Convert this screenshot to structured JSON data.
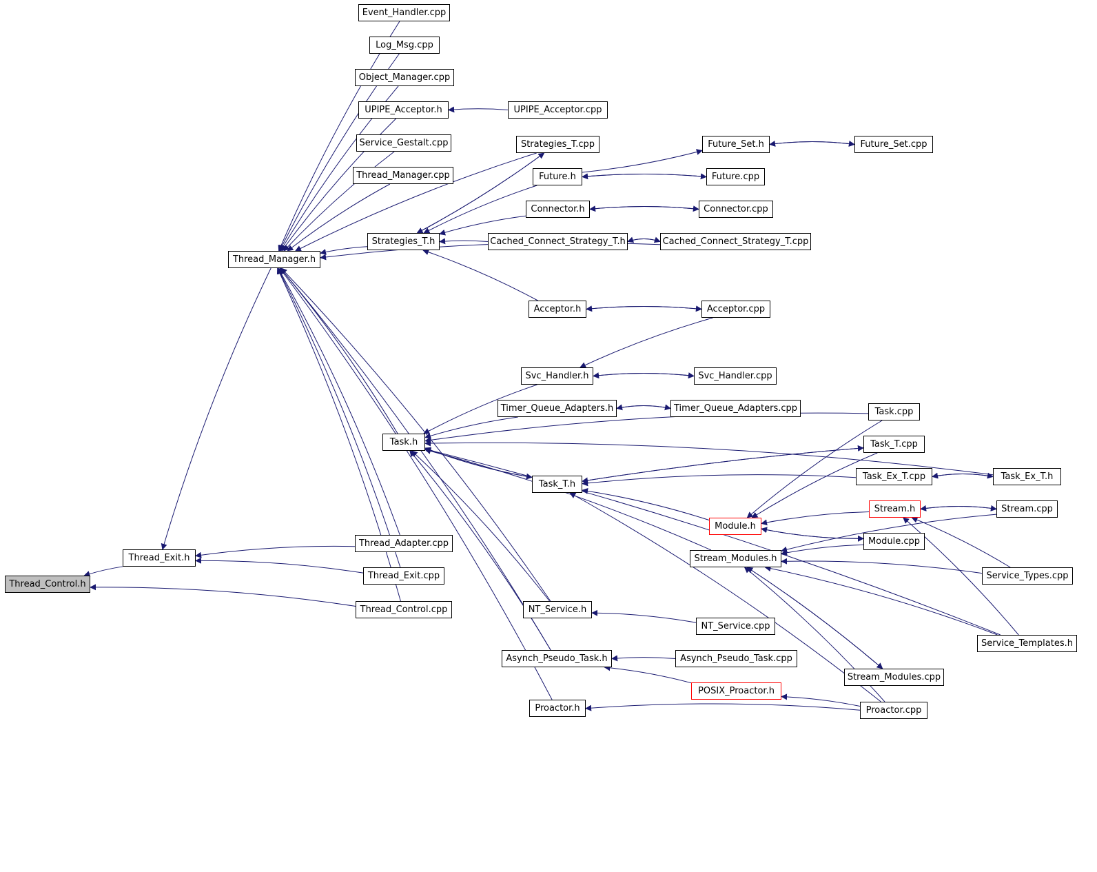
{
  "graph": {
    "edge_color": "#191970",
    "nodes": {
      "thread_control_h": {
        "label": "Thread_Control.h",
        "root": true
      },
      "thread_exit_h": {
        "label": "Thread_Exit.h"
      },
      "thread_manager_h": {
        "label": "Thread_Manager.h"
      },
      "event_handler_cpp": {
        "label": "Event_Handler.cpp"
      },
      "log_msg_cpp": {
        "label": "Log_Msg.cpp"
      },
      "object_manager_cpp": {
        "label": "Object_Manager.cpp"
      },
      "upipe_acceptor_h": {
        "label": "UPIPE_Acceptor.h"
      },
      "upipe_acceptor_cpp": {
        "label": "UPIPE_Acceptor.cpp"
      },
      "service_gestalt_cpp": {
        "label": "Service_Gestalt.cpp"
      },
      "thread_manager_cpp": {
        "label": "Thread_Manager.cpp"
      },
      "strategies_t_cpp": {
        "label": "Strategies_T.cpp"
      },
      "strategies_t_h": {
        "label": "Strategies_T.h"
      },
      "future_set_h": {
        "label": "Future_Set.h"
      },
      "future_set_cpp": {
        "label": "Future_Set.cpp"
      },
      "future_h": {
        "label": "Future.h"
      },
      "future_cpp": {
        "label": "Future.cpp"
      },
      "connector_h": {
        "label": "Connector.h"
      },
      "connector_cpp": {
        "label": "Connector.cpp"
      },
      "cached_connect_strategy_t_h": {
        "label": "Cached_Connect_Strategy_T.h"
      },
      "cached_connect_strategy_t_cpp": {
        "label": "Cached_Connect_Strategy_T.cpp"
      },
      "acceptor_h": {
        "label": "Acceptor.h"
      },
      "acceptor_cpp": {
        "label": "Acceptor.cpp"
      },
      "svc_handler_h": {
        "label": "Svc_Handler.h"
      },
      "svc_handler_cpp": {
        "label": "Svc_Handler.cpp"
      },
      "timer_queue_adapters_h": {
        "label": "Timer_Queue_Adapters.h"
      },
      "timer_queue_adapters_cpp": {
        "label": "Timer_Queue_Adapters.cpp"
      },
      "task_h": {
        "label": "Task.h"
      },
      "task_cpp": {
        "label": "Task.cpp"
      },
      "task_t_h": {
        "label": "Task_T.h"
      },
      "task_t_cpp": {
        "label": "Task_T.cpp"
      },
      "task_ex_t_cpp": {
        "label": "Task_Ex_T.cpp"
      },
      "task_ex_t_h": {
        "label": "Task_Ex_T.h"
      },
      "stream_h": {
        "label": "Stream.h",
        "highlight": true
      },
      "stream_cpp": {
        "label": "Stream.cpp"
      },
      "module_h": {
        "label": "Module.h",
        "highlight": true
      },
      "module_cpp": {
        "label": "Module.cpp"
      },
      "stream_modules_h": {
        "label": "Stream_Modules.h"
      },
      "service_types_cpp": {
        "label": "Service_Types.cpp"
      },
      "service_templates_h": {
        "label": "Service_Templates.h"
      },
      "stream_modules_cpp": {
        "label": "Stream_Modules.cpp"
      },
      "thread_adapter_cpp": {
        "label": "Thread_Adapter.cpp"
      },
      "thread_exit_cpp": {
        "label": "Thread_Exit.cpp"
      },
      "thread_control_cpp": {
        "label": "Thread_Control.cpp"
      },
      "nt_service_h": {
        "label": "NT_Service.h"
      },
      "nt_service_cpp": {
        "label": "NT_Service.cpp"
      },
      "asynch_pseudo_task_h": {
        "label": "Asynch_Pseudo_Task.h"
      },
      "asynch_pseudo_task_cpp": {
        "label": "Asynch_Pseudo_Task.cpp"
      },
      "posix_proactor_h": {
        "label": "POSIX_Proactor.h",
        "highlight": true
      },
      "proactor_h": {
        "label": "Proactor.h"
      },
      "proactor_cpp": {
        "label": "Proactor.cpp"
      }
    },
    "edges": [
      [
        "thread_exit_h",
        "thread_control_h"
      ],
      [
        "thread_control_cpp",
        "thread_control_h"
      ],
      [
        "thread_manager_h",
        "thread_exit_h"
      ],
      [
        "thread_adapter_cpp",
        "thread_exit_h"
      ],
      [
        "thread_exit_cpp",
        "thread_exit_h"
      ],
      [
        "event_handler_cpp",
        "thread_manager_h"
      ],
      [
        "log_msg_cpp",
        "thread_manager_h"
      ],
      [
        "object_manager_cpp",
        "thread_manager_h"
      ],
      [
        "upipe_acceptor_h",
        "thread_manager_h"
      ],
      [
        "service_gestalt_cpp",
        "thread_manager_h"
      ],
      [
        "thread_manager_cpp",
        "thread_manager_h"
      ],
      [
        "strategies_t_cpp",
        "thread_manager_h"
      ],
      [
        "strategies_t_h",
        "thread_manager_h"
      ],
      [
        "cached_connect_strategy_t_cpp",
        "thread_manager_h"
      ],
      [
        "task_h",
        "thread_manager_h"
      ],
      [
        "thread_adapter_cpp",
        "thread_manager_h"
      ],
      [
        "thread_exit_cpp",
        "thread_manager_h"
      ],
      [
        "thread_control_cpp",
        "thread_manager_h"
      ],
      [
        "nt_service_h",
        "thread_manager_h"
      ],
      [
        "asynch_pseudo_task_h",
        "thread_manager_h"
      ],
      [
        "proactor_h",
        "thread_manager_h"
      ],
      [
        "upipe_acceptor_cpp",
        "upipe_acceptor_h"
      ],
      [
        "strategies_t_cpp",
        "strategies_t_h"
      ],
      [
        "future_h",
        "strategies_t_h"
      ],
      [
        "connector_h",
        "strategies_t_h"
      ],
      [
        "cached_connect_strategy_t_h",
        "strategies_t_h"
      ],
      [
        "acceptor_h",
        "strategies_t_h"
      ],
      [
        "strategies_t_h",
        "strategies_t_cpp"
      ],
      [
        "future_h",
        "future_set_h"
      ],
      [
        "future_set_h",
        "future_set_cpp"
      ],
      [
        "future_set_cpp",
        "future_set_h"
      ],
      [
        "future_h",
        "future_cpp"
      ],
      [
        "future_cpp",
        "future_h"
      ],
      [
        "connector_h",
        "connector_cpp"
      ],
      [
        "connector_cpp",
        "connector_h"
      ],
      [
        "cached_connect_strategy_t_h",
        "cached_connect_strategy_t_cpp"
      ],
      [
        "cached_connect_strategy_t_cpp",
        "cached_connect_strategy_t_h"
      ],
      [
        "acceptor_h",
        "acceptor_cpp"
      ],
      [
        "acceptor_cpp",
        "acceptor_h"
      ],
      [
        "acceptor_cpp",
        "svc_handler_h"
      ],
      [
        "svc_handler_h",
        "svc_handler_cpp"
      ],
      [
        "svc_handler_cpp",
        "svc_handler_h"
      ],
      [
        "svc_handler_h",
        "task_h"
      ],
      [
        "timer_queue_adapters_h",
        "timer_queue_adapters_cpp"
      ],
      [
        "timer_queue_adapters_cpp",
        "timer_queue_adapters_h"
      ],
      [
        "timer_queue_adapters_h",
        "task_h"
      ],
      [
        "task_cpp",
        "task_h"
      ],
      [
        "task_t_h",
        "task_h"
      ],
      [
        "task_h",
        "task_t_h"
      ],
      [
        "task_ex_t_h",
        "task_h"
      ],
      [
        "stream_modules_h",
        "task_h"
      ],
      [
        "nt_service_h",
        "task_h"
      ],
      [
        "asynch_pseudo_task_h",
        "task_h"
      ],
      [
        "service_templates_h",
        "task_h"
      ],
      [
        "task_t_h",
        "task_t_cpp"
      ],
      [
        "task_t_cpp",
        "task_t_h"
      ],
      [
        "task_ex_t_cpp",
        "task_t_h"
      ],
      [
        "module_h",
        "task_t_h"
      ],
      [
        "proactor_cpp",
        "task_t_h"
      ],
      [
        "task_ex_t_cpp",
        "task_ex_t_h"
      ],
      [
        "task_ex_t_h",
        "task_ex_t_cpp"
      ],
      [
        "stream_h",
        "module_h"
      ],
      [
        "task_cpp",
        "module_h"
      ],
      [
        "task_t_cpp",
        "module_h"
      ],
      [
        "module_cpp",
        "module_h"
      ],
      [
        "module_h",
        "module_cpp"
      ],
      [
        "stream_h",
        "stream_cpp"
      ],
      [
        "stream_cpp",
        "stream_h"
      ],
      [
        "service_types_cpp",
        "stream_h"
      ],
      [
        "service_templates_h",
        "stream_h"
      ],
      [
        "module_cpp",
        "stream_modules_h"
      ],
      [
        "stream_cpp",
        "stream_modules_h"
      ],
      [
        "service_types_cpp",
        "stream_modules_h"
      ],
      [
        "service_templates_h",
        "stream_modules_h"
      ],
      [
        "stream_modules_h",
        "stream_modules_cpp"
      ],
      [
        "stream_modules_cpp",
        "stream_modules_h"
      ],
      [
        "proactor_cpp",
        "stream_modules_h"
      ],
      [
        "nt_service_cpp",
        "nt_service_h"
      ],
      [
        "asynch_pseudo_task_cpp",
        "asynch_pseudo_task_h"
      ],
      [
        "posix_proactor_h",
        "asynch_pseudo_task_h"
      ],
      [
        "proactor_cpp",
        "posix_proactor_h"
      ],
      [
        "proactor_cpp",
        "proactor_h"
      ]
    ]
  }
}
